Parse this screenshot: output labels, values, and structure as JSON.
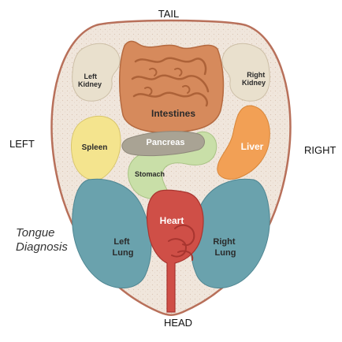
{
  "directions": {
    "top": "TAIL",
    "bottom": "HEAD",
    "left": "LEFT",
    "right": "RIGHT"
  },
  "caption": {
    "line1": "Tongue",
    "line2": "Diagnosis"
  },
  "organs": {
    "left_kidney": {
      "line1": "Left",
      "line2": "Kidney"
    },
    "right_kidney": {
      "line1": "Right",
      "line2": "Kidney"
    },
    "intestines": "Intestines",
    "spleen": "Spleen",
    "pancreas": "Pancreas",
    "liver": "Liver",
    "stomach": "Stomach",
    "heart": "Heart",
    "left_lung": {
      "line1": "Left",
      "line2": "Lung"
    },
    "right_lung": {
      "line1": "Right",
      "line2": "Lung"
    }
  },
  "colors": {
    "tongue_fill": "#f0e6dc",
    "tongue_outline": "#b8705a",
    "kidney": "#e9e0cd",
    "intestines": "#d68a5c",
    "spleen": "#f4e48e",
    "pancreas": "#a9a394",
    "liver": "#f2a055",
    "stomach": "#c9dfa8",
    "heart": "#cf4f47",
    "lung": "#6aa2ad"
  }
}
